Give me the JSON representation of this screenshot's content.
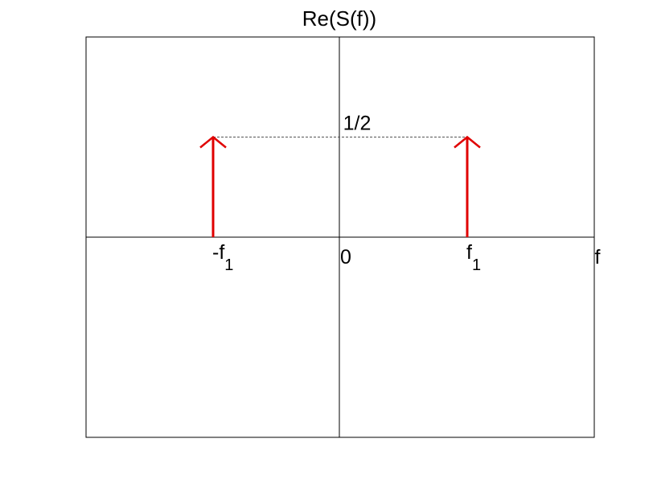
{
  "chart_data": {
    "type": "stem",
    "title": "Re(S(f))",
    "xlabel": "f",
    "ylabel": "",
    "grid": true,
    "xlim": [
      -2,
      2
    ],
    "ylim": [
      -1,
      1
    ],
    "x_ticks": [
      {
        "value": -1,
        "label": "-f",
        "subscript": "1"
      },
      {
        "value": 0,
        "label": "0",
        "subscript": ""
      },
      {
        "value": 1,
        "label": "f",
        "subscript": "1"
      }
    ],
    "impulses": [
      {
        "x": -1,
        "y": 0.5,
        "color": "#e00000"
      },
      {
        "x": 1,
        "y": 0.5,
        "color": "#e00000"
      }
    ],
    "amplitude_label": "1/2",
    "amplitude_value": 0.5
  }
}
